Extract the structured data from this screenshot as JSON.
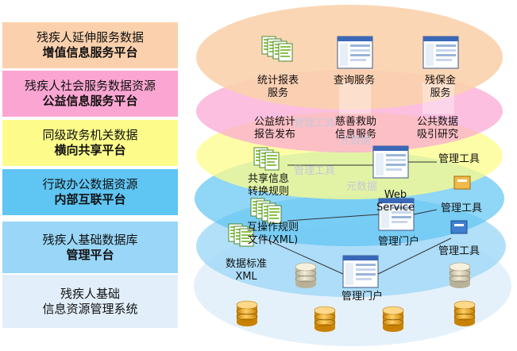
{
  "left_labels": [
    {
      "line1": "残疾人延伸服务数据",
      "line2": "增值信息服务平台"
    },
    {
      "line1": "残疾人社会服务数据资源",
      "line2": "公益信息服务平台"
    },
    {
      "line1": "同级政务机关数据",
      "line2": "横向共享平台"
    },
    {
      "line1": "行政办公数据资源",
      "line2": "内部互联平台"
    },
    {
      "line1": "残疾人基础数据库",
      "line2": "管理平台"
    },
    {
      "line1": "残疾人基础",
      "line2": "信息资源管理系统"
    }
  ],
  "layer_labels": {
    "top": {
      "stats_report": {
        "line1": "统计报表",
        "line2": "服务"
      },
      "query_service": "查询服务",
      "disability_insurance": {
        "line1": "残保金",
        "line2": "服务"
      }
    },
    "pink": {
      "public_stats": {
        "line1": "公益统计",
        "line2": "报告发布"
      },
      "charity": {
        "line1": "慈善救助",
        "line2": "信息服务"
      },
      "public_data": {
        "line1": "公共数据",
        "line2": "吸引研究"
      }
    },
    "yellow": {
      "shared_info": {
        "line1": "共享信息",
        "line2": "转换规则"
      },
      "web_service": {
        "line1": "Web",
        "line2": "Service"
      },
      "mgmt_tool": "管理工具"
    },
    "blue": {
      "interop_file": {
        "line1": "互操作规则",
        "line2": "文件(XML)"
      },
      "mgmt_portal": "管理门户",
      "mgmt_tool": "管理工具"
    },
    "light_blue": {
      "data_standard": {
        "line1": "数据标准",
        "line2": "XML"
      },
      "mgmt_tool": "管理工具"
    },
    "bottom": {
      "mgmt_portal": "管理门户"
    },
    "faint": {
      "metadata_a": "元数据",
      "metadata_b": "元数据",
      "tool_a": "管理工具",
      "tool_b": "管理工具"
    }
  },
  "colors": {
    "orange": "#fbd1ad",
    "pink": "#fba6d2",
    "yellow": "#fdfc8a",
    "blue": "#5fc5f3",
    "light_blue": "#99d6f7",
    "pale_blue": "#e2effa",
    "db_gold": "#f0a21c"
  },
  "icons": [
    "document-stack-icon",
    "window-screenshot-icon",
    "database-cylinder-icon",
    "ruler-tool-icon"
  ]
}
